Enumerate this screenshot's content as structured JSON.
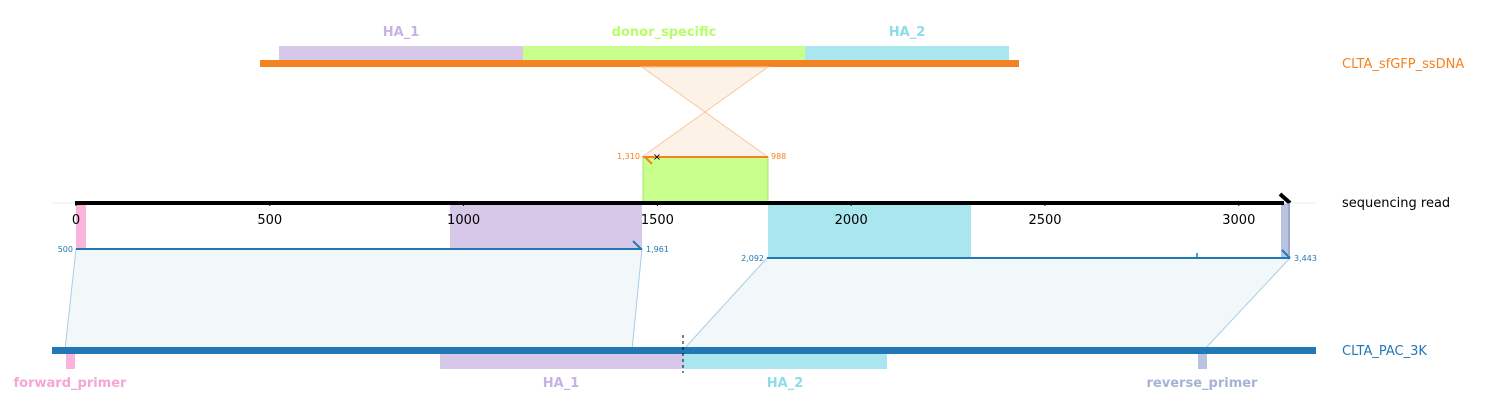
{
  "colors": {
    "donor_seq": "#f58220",
    "read_seq": "#000000",
    "ref_seq": "#2178b5",
    "HA_1": "#d7c8ea",
    "HA_1_label": "#c5b3e6",
    "donor_specific": "#c8ff8c",
    "donor_specific_label": "#b6ff66",
    "HA_2": "#a9e6ef",
    "HA_2_label": "#8ddcea",
    "forward_primer": "#f9b3dc",
    "forward_primer_label": "#f5a6d4",
    "reverse_primer": "#b9c3df",
    "reverse_primer_label": "#a6b2d6",
    "donor_link_fill": "#fdefe2",
    "donor_link_line": "#f9c89a",
    "ref_link_fill": "#e6f0f6",
    "ref_link_line": "#a9cde4"
  },
  "sequences": {
    "donor": {
      "name": "CLTA_sfGFP_ssDNA"
    },
    "read": {
      "name": "sequencing read"
    },
    "reference": {
      "name": "CLTA_PAC_3K"
    }
  },
  "donor_features": [
    {
      "id": "HA_1",
      "label": "HA_1"
    },
    {
      "id": "donor_specific",
      "label": "donor_specific"
    },
    {
      "id": "HA_2",
      "label": "HA_2"
    }
  ],
  "reference_features": [
    {
      "id": "forward_primer",
      "label": "forward_primer"
    },
    {
      "id": "HA_1",
      "label": "HA_1"
    },
    {
      "id": "HA_2",
      "label": "HA_2"
    },
    {
      "id": "reverse_primer",
      "label": "reverse_primer"
    }
  ],
  "read_axis": {
    "ticks": [
      0,
      500,
      1000,
      1500,
      2000,
      2500,
      3000
    ]
  },
  "read_features": [
    {
      "id": "forward_primer",
      "start": 0,
      "end": 25
    },
    {
      "id": "HA_1",
      "start": 965,
      "end": 1465
    },
    {
      "id": "HA_2",
      "start": 1780,
      "end": 2310
    },
    {
      "id": "reverse_primer",
      "start": 3100,
      "end": 3125
    }
  ],
  "alignments": [
    {
      "target": "donor",
      "read_start": 1465,
      "read_end": 1785,
      "label_start": "1,310",
      "label_end": "988",
      "strand": "minus"
    },
    {
      "target": "reference",
      "read_start": 0,
      "read_end": 1460,
      "label_start": "500",
      "label_end": "1,961",
      "strand": "plus"
    },
    {
      "target": "reference",
      "read_start": 1785,
      "read_end": 3120,
      "label_start": "2,092",
      "label_end": "3,443",
      "strand": "plus"
    }
  ]
}
